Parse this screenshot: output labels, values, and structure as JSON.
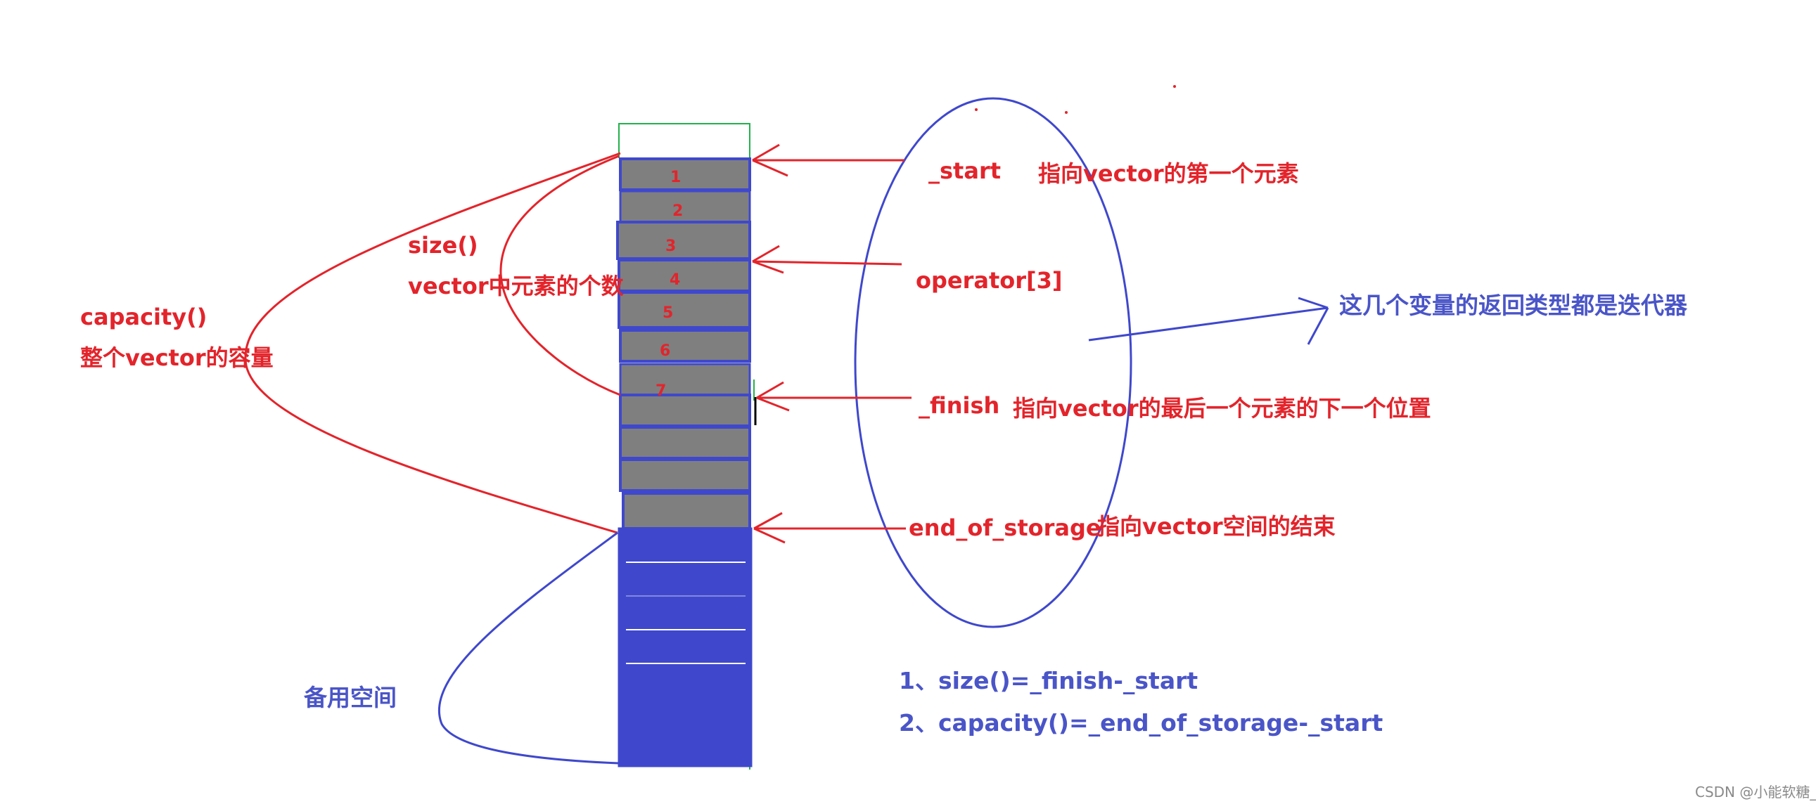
{
  "cells": [
    "1",
    "2",
    "3",
    "4",
    "5",
    "6",
    "7"
  ],
  "pointers": {
    "start": "_start",
    "start_desc": "指向vector的第一个元素",
    "operator": "operator[3]",
    "finish": "_finish",
    "finish_desc": "指向vector的最后一个元素的下一个位置",
    "end_of_storage": "end_of_storage",
    "end_of_storage_desc": "指向vector空间的结束"
  },
  "size": {
    "title": "size()",
    "desc": "vector中元素的个数"
  },
  "capacity": {
    "title": "capacity()",
    "desc": "整个vector的容量"
  },
  "iterator_note": "这几个变量的返回类型都是迭代器",
  "reserve_label": "备用空间",
  "formulas": [
    "1、size()=_finish-_start",
    "2、capacity()=_end_of_storage-_start"
  ],
  "watermark": "CSDN @小能软糖_",
  "colors": {
    "red": "#e3242b",
    "blue": "#3f48cc",
    "gray": "#7f7f7f",
    "green": "#22b14c"
  }
}
